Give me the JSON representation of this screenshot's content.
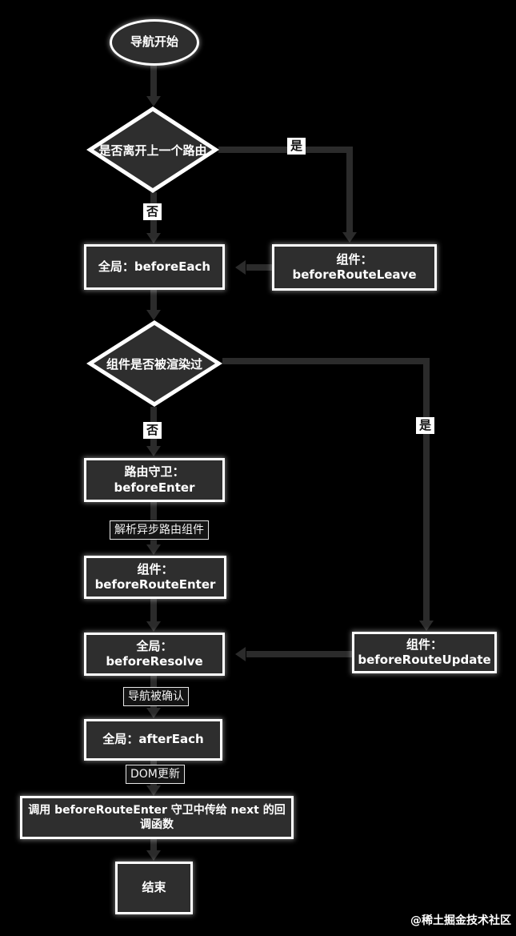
{
  "flowchart": {
    "colors": {
      "background": "#000000",
      "node_fill": "#2e2e2e",
      "node_border": "#ffffff",
      "node_text": "#ffffff",
      "connector": "#2b2b2b",
      "chip_bg": "#ffffff",
      "chip_text": "#111111"
    },
    "nodes": {
      "start": "导航开始",
      "decision_leave": "是否离开上一个路由",
      "before_each": "全局：beforeEach",
      "before_route_leave": "组件：beforeRouteLeave",
      "decision_rendered": "组件是否被渲染过",
      "before_enter": "路由守卫：beforeEnter",
      "before_route_enter": "组件：beforeRouteEnter",
      "before_resolve": "全局：beforeResolve",
      "before_route_update": "组件：beforeRouteUpdate",
      "after_each": "全局：afterEach",
      "next_callback": "调用 beforeRouteEnter 守卫中传给 next 的回调函数",
      "end": "结束"
    },
    "edge_labels": {
      "leave_yes": "是",
      "leave_no": "否",
      "rendered_yes": "是",
      "rendered_no": "否",
      "resolve_async": "解析异步路由组件",
      "nav_confirmed": "导航被确认",
      "dom_update": "DOM更新"
    },
    "watermark": "@稀土掘金技术社区"
  }
}
